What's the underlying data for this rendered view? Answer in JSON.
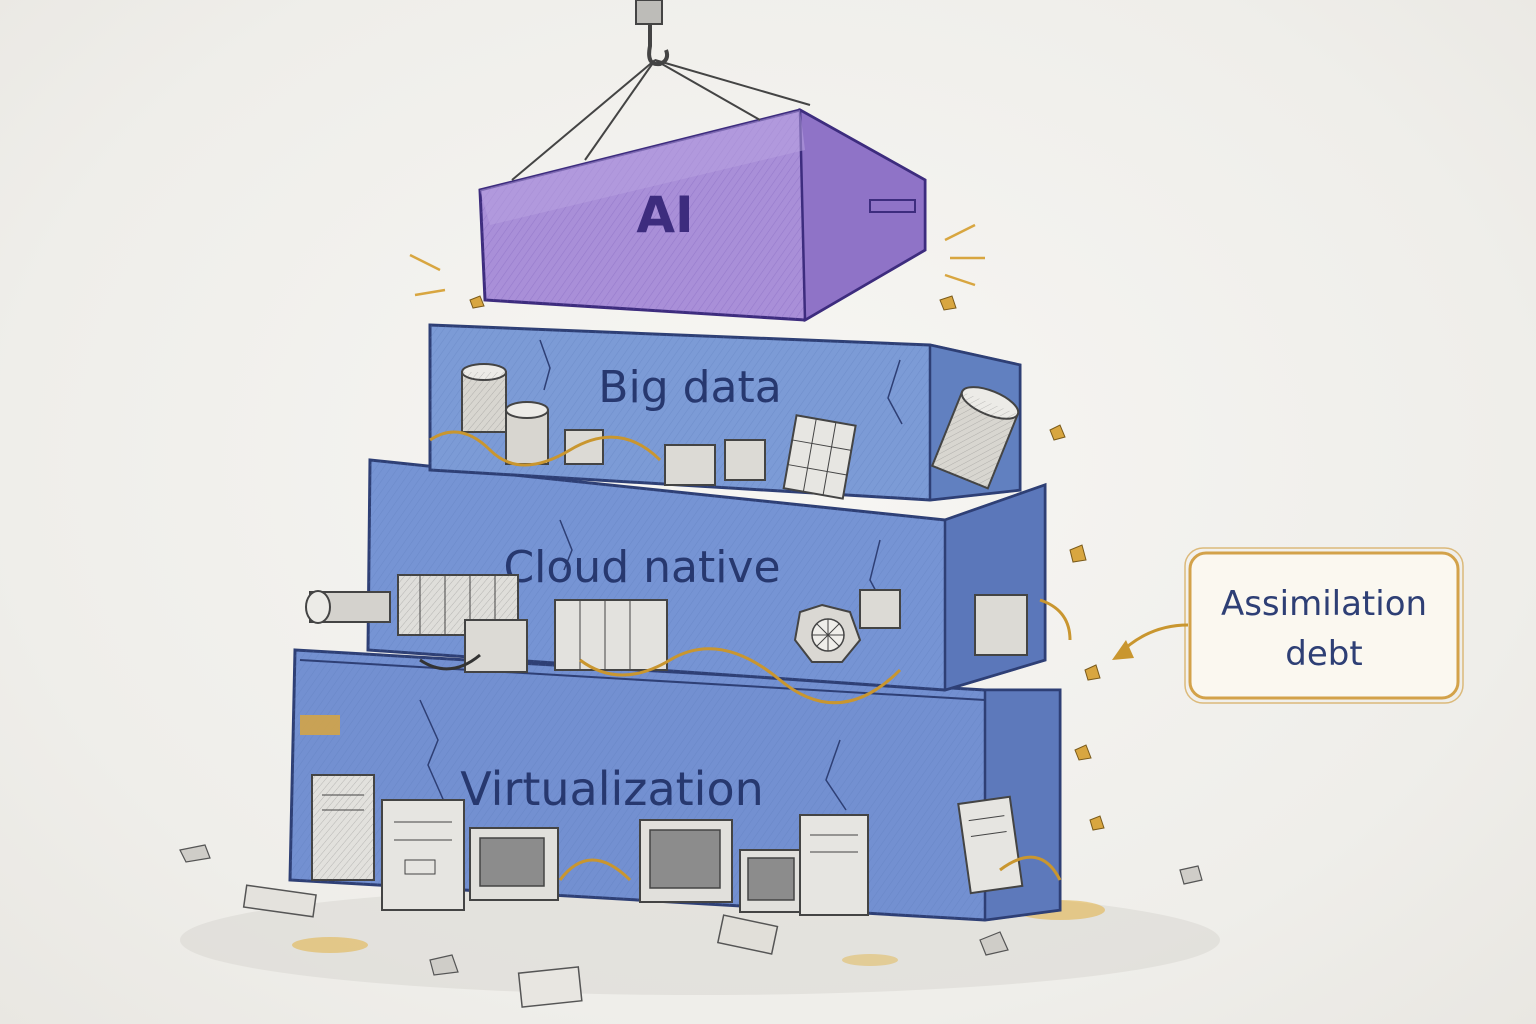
{
  "layers": {
    "ai": {
      "label": "AI",
      "color": "#a98fd8"
    },
    "big_data": {
      "label": "Big data",
      "color": "#7c9bd6"
    },
    "cloud_native": {
      "label": "Cloud native",
      "color": "#7694d4"
    },
    "virtualization": {
      "label": "Virtualization",
      "color": "#7390d1"
    }
  },
  "callout": {
    "line1": "Assimilation",
    "line2": "debt",
    "border_color": "#d3a24a"
  },
  "colors": {
    "ink": "#3a3a4a",
    "glue": "#d8a640",
    "rubble": "#9a9a9a"
  },
  "icons": [
    "crane-hook-icon",
    "server-icon",
    "monitor-icon",
    "barrel-icon",
    "shipping-container-icon",
    "kubernetes-helm-icon"
  ]
}
